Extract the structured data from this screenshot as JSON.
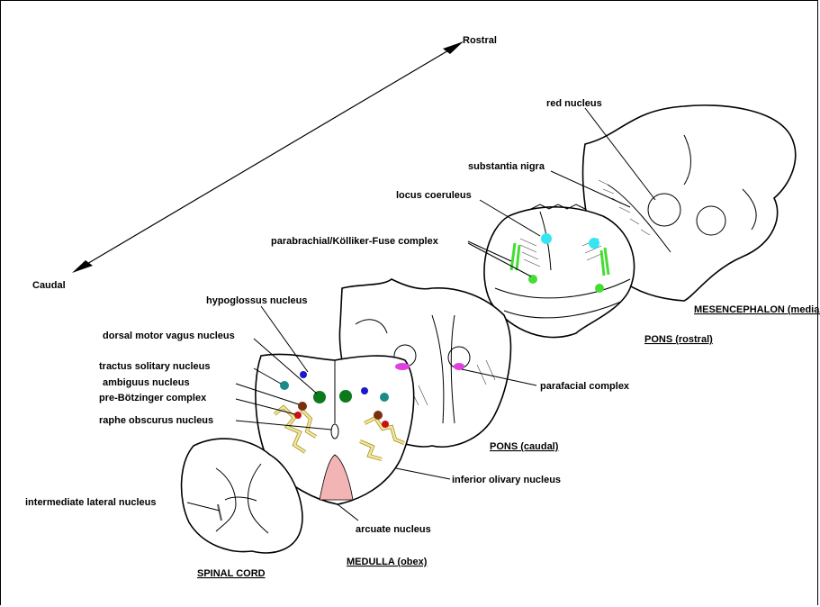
{
  "axis": {
    "rostral": "Rostral",
    "caudal": "Caudal"
  },
  "sections": {
    "spinal_cord": "SPINAL CORD",
    "medulla": "MEDULLA (obex)",
    "pons_caudal": "PONS (caudal)",
    "pons_rostral": "PONS (rostral)",
    "mesencephalon": "MESENCEPHALON (medial)"
  },
  "labels": {
    "red_nucleus": "red nucleus",
    "substantia_nigra": "substantia nigra",
    "locus_coeruleus": "locus coeruleus",
    "parabrachial": "parabrachial/Kölliker-Fuse complex",
    "hypoglossus": "hypoglossus nucleus",
    "dorsal_motor_vagus": "dorsal motor vagus nucleus",
    "tractus_solitary": "tractus solitary nucleus",
    "ambiguus": "ambiguus nucleus",
    "pre_botzinger": "pre-Bötzinger complex",
    "raphe_obscurus": "raphe obscurus nucleus",
    "parafacial": "parafacial complex",
    "inferior_olivary": "inferior olivary nucleus",
    "arcuate": "arcuate nucleus",
    "intermediate_lateral": "intermediate lateral nucleus"
  },
  "colors": {
    "locus_coeruleus": "#33e6f2",
    "parabrachial": "#44dd33",
    "hypoglossus": "#1a1acc",
    "tractus_solitary": "#1a8a8a",
    "dorsal_motor_vagus": "#0a7a1a",
    "ambiguus": "#7a3010",
    "pre_botzinger": "#cc1010",
    "parafacial": "#e040e0",
    "inferior_olivary": "#f2e89a",
    "arcuate": "#f2b4b4",
    "axis": "#000000"
  }
}
